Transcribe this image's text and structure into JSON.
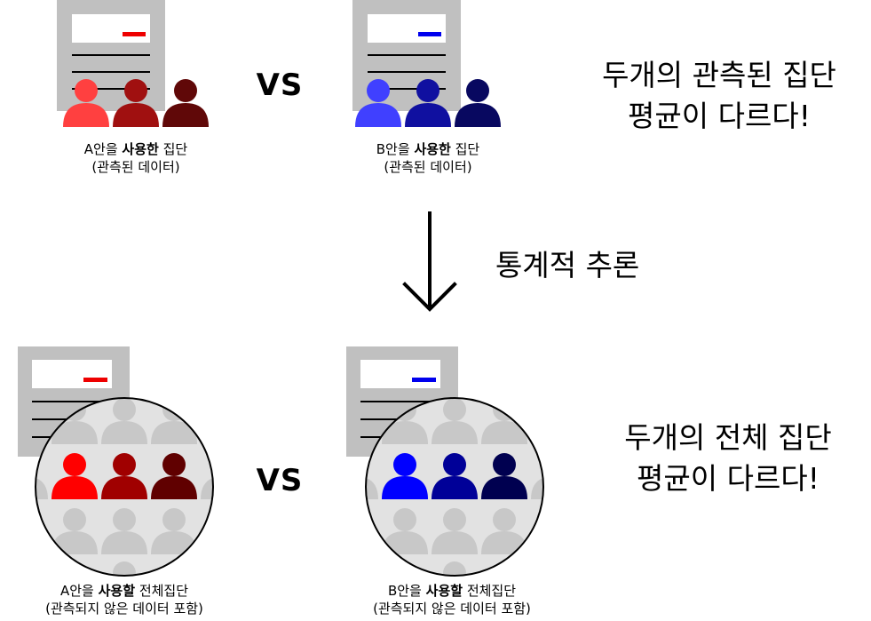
{
  "top": {
    "a_caption": {
      "prefix": "A안을",
      "bold": "사용한",
      "suffix": "집단",
      "line2": "(관측된 데이터)"
    },
    "b_caption": {
      "prefix": "B안을",
      "bold": "사용한",
      "suffix": "집단",
      "line2": "(관측된 데이터)"
    },
    "vs": "VS",
    "statement": {
      "line1": "두개의 관측된 집단",
      "line2": "평균이 다르다!"
    }
  },
  "middle": {
    "inference_label": "통계적 추론"
  },
  "bottom": {
    "a_caption": {
      "prefix": "A안을",
      "bold": "사용할",
      "suffix": "전체집단",
      "line2": "(관측되지 않은 데이터 포함)"
    },
    "b_caption": {
      "prefix": "B안을",
      "bold": "사용할",
      "suffix": "전체집단",
      "line2": "(관측되지 않은 데이터 포함)"
    },
    "vs": "VS",
    "statement": {
      "line1": "두개의 전체 집단",
      "line2": "평균이 다르다!"
    }
  },
  "colors": {
    "red_group": [
      "#ff4040",
      "#a01010",
      "#600808"
    ],
    "blue_group": [
      "#4040ff",
      "#1010a0",
      "#080860"
    ],
    "red_bottom": [
      "#ff0000",
      "#a00000",
      "#600000"
    ],
    "blue_bottom": [
      "#0000ff",
      "#000098",
      "#000050"
    ],
    "doc_gray": "#c0c0c0",
    "crowd_gray": "#c8c8c8",
    "circle_fill": "#e2e2e2",
    "accent_red": "#ee0000",
    "accent_blue": "#0000ee"
  }
}
